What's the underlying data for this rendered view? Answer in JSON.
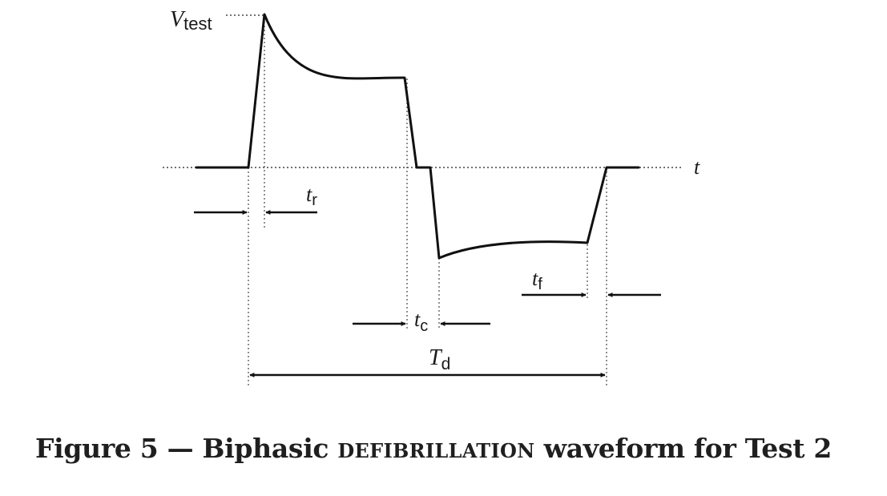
{
  "labels": {
    "v_test": {
      "main": "V",
      "sub": "test"
    },
    "t_axis": "t",
    "t_r": {
      "main": "t",
      "sub": "r"
    },
    "t_c": {
      "main": "t",
      "sub": "c"
    },
    "t_f": {
      "main": "t",
      "sub": "f"
    },
    "T_d": {
      "main": "T",
      "sub": "d"
    }
  },
  "caption": {
    "prefix": "Figure 5 — Biphasic ",
    "term": "DEFIBRILLATION",
    "suffix": " waveform for Test 2"
  }
}
